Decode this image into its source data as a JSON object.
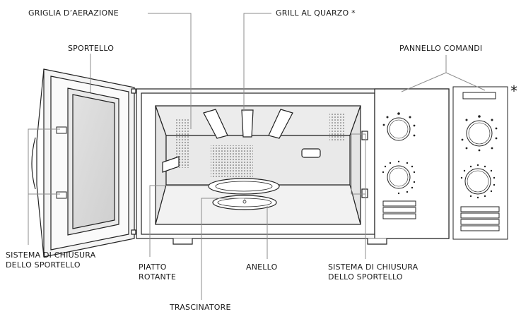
{
  "labels": {
    "vent_grille": "GRIGLIA D’AERAZIONE",
    "quartz_grill": "GRILL AL QUARZO *",
    "door": "SPORTELLO",
    "control_panel": "PANNELLO COMANDI",
    "asterisk": "*",
    "door_lock_left": [
      "SISTEMA DI CHIUSURA",
      "DELLO SPORTELLO"
    ],
    "turntable": [
      "PIATTO",
      "ROTANTE"
    ],
    "ring": "ANELLO",
    "door_lock_right": [
      "SISTEMA DI CHIUSURA",
      "DELLO SPORTELLO"
    ],
    "coupler": "TRASCINATORE"
  }
}
